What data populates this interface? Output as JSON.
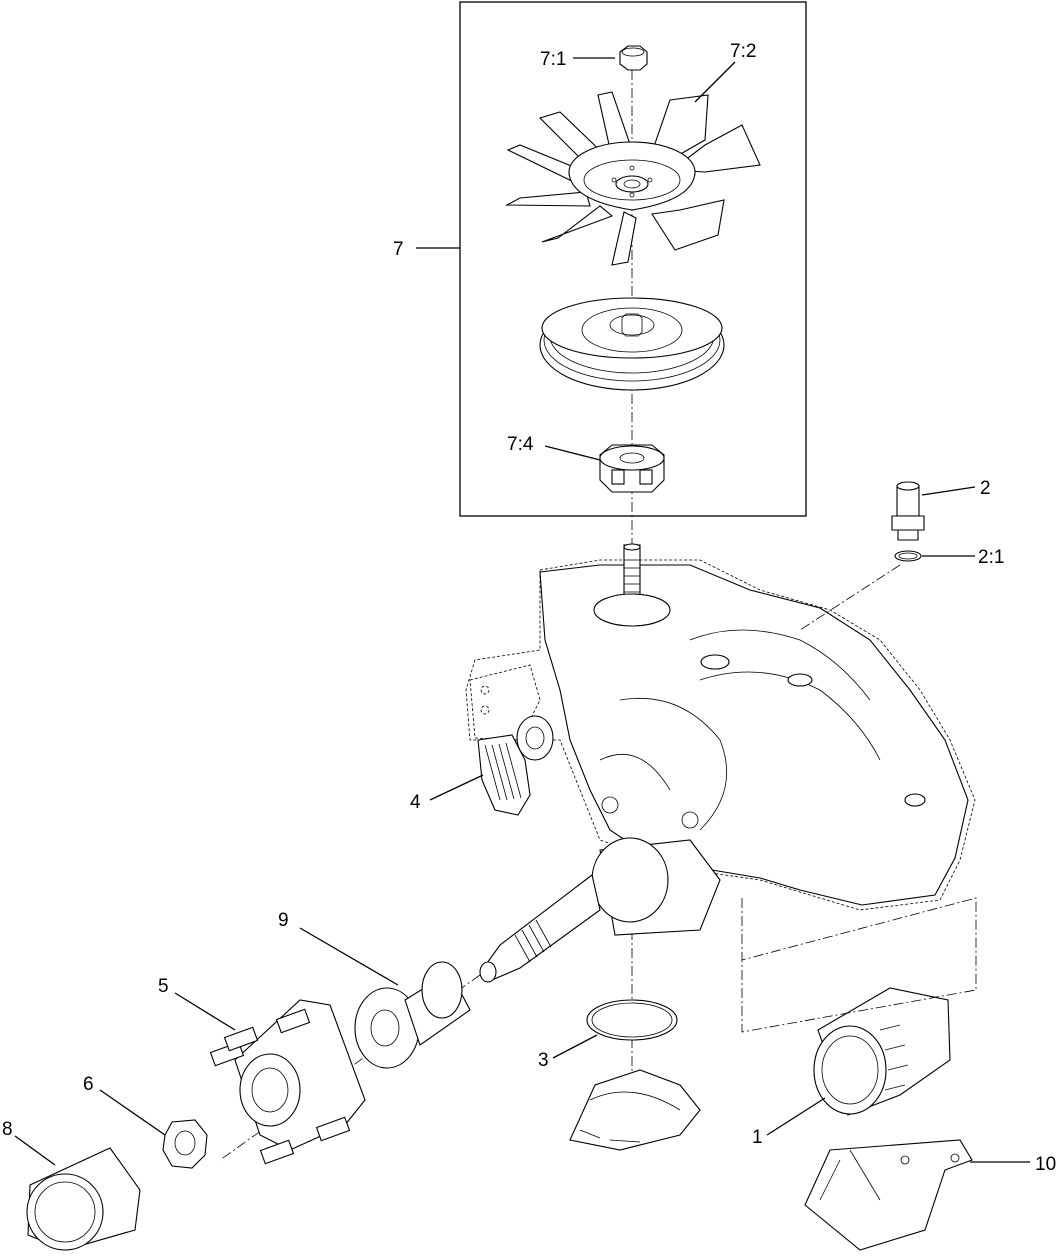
{
  "diagram": {
    "callouts": {
      "c7_1": "7:1",
      "c7_2": "7:2",
      "c7": "7",
      "c7_4": "7:4",
      "c2": "2",
      "c2_1": "2:1",
      "c4": "4",
      "c9": "9",
      "c5": "5",
      "c3": "3",
      "c6": "6",
      "c8": "8",
      "c1": "1",
      "c10": "10"
    }
  }
}
